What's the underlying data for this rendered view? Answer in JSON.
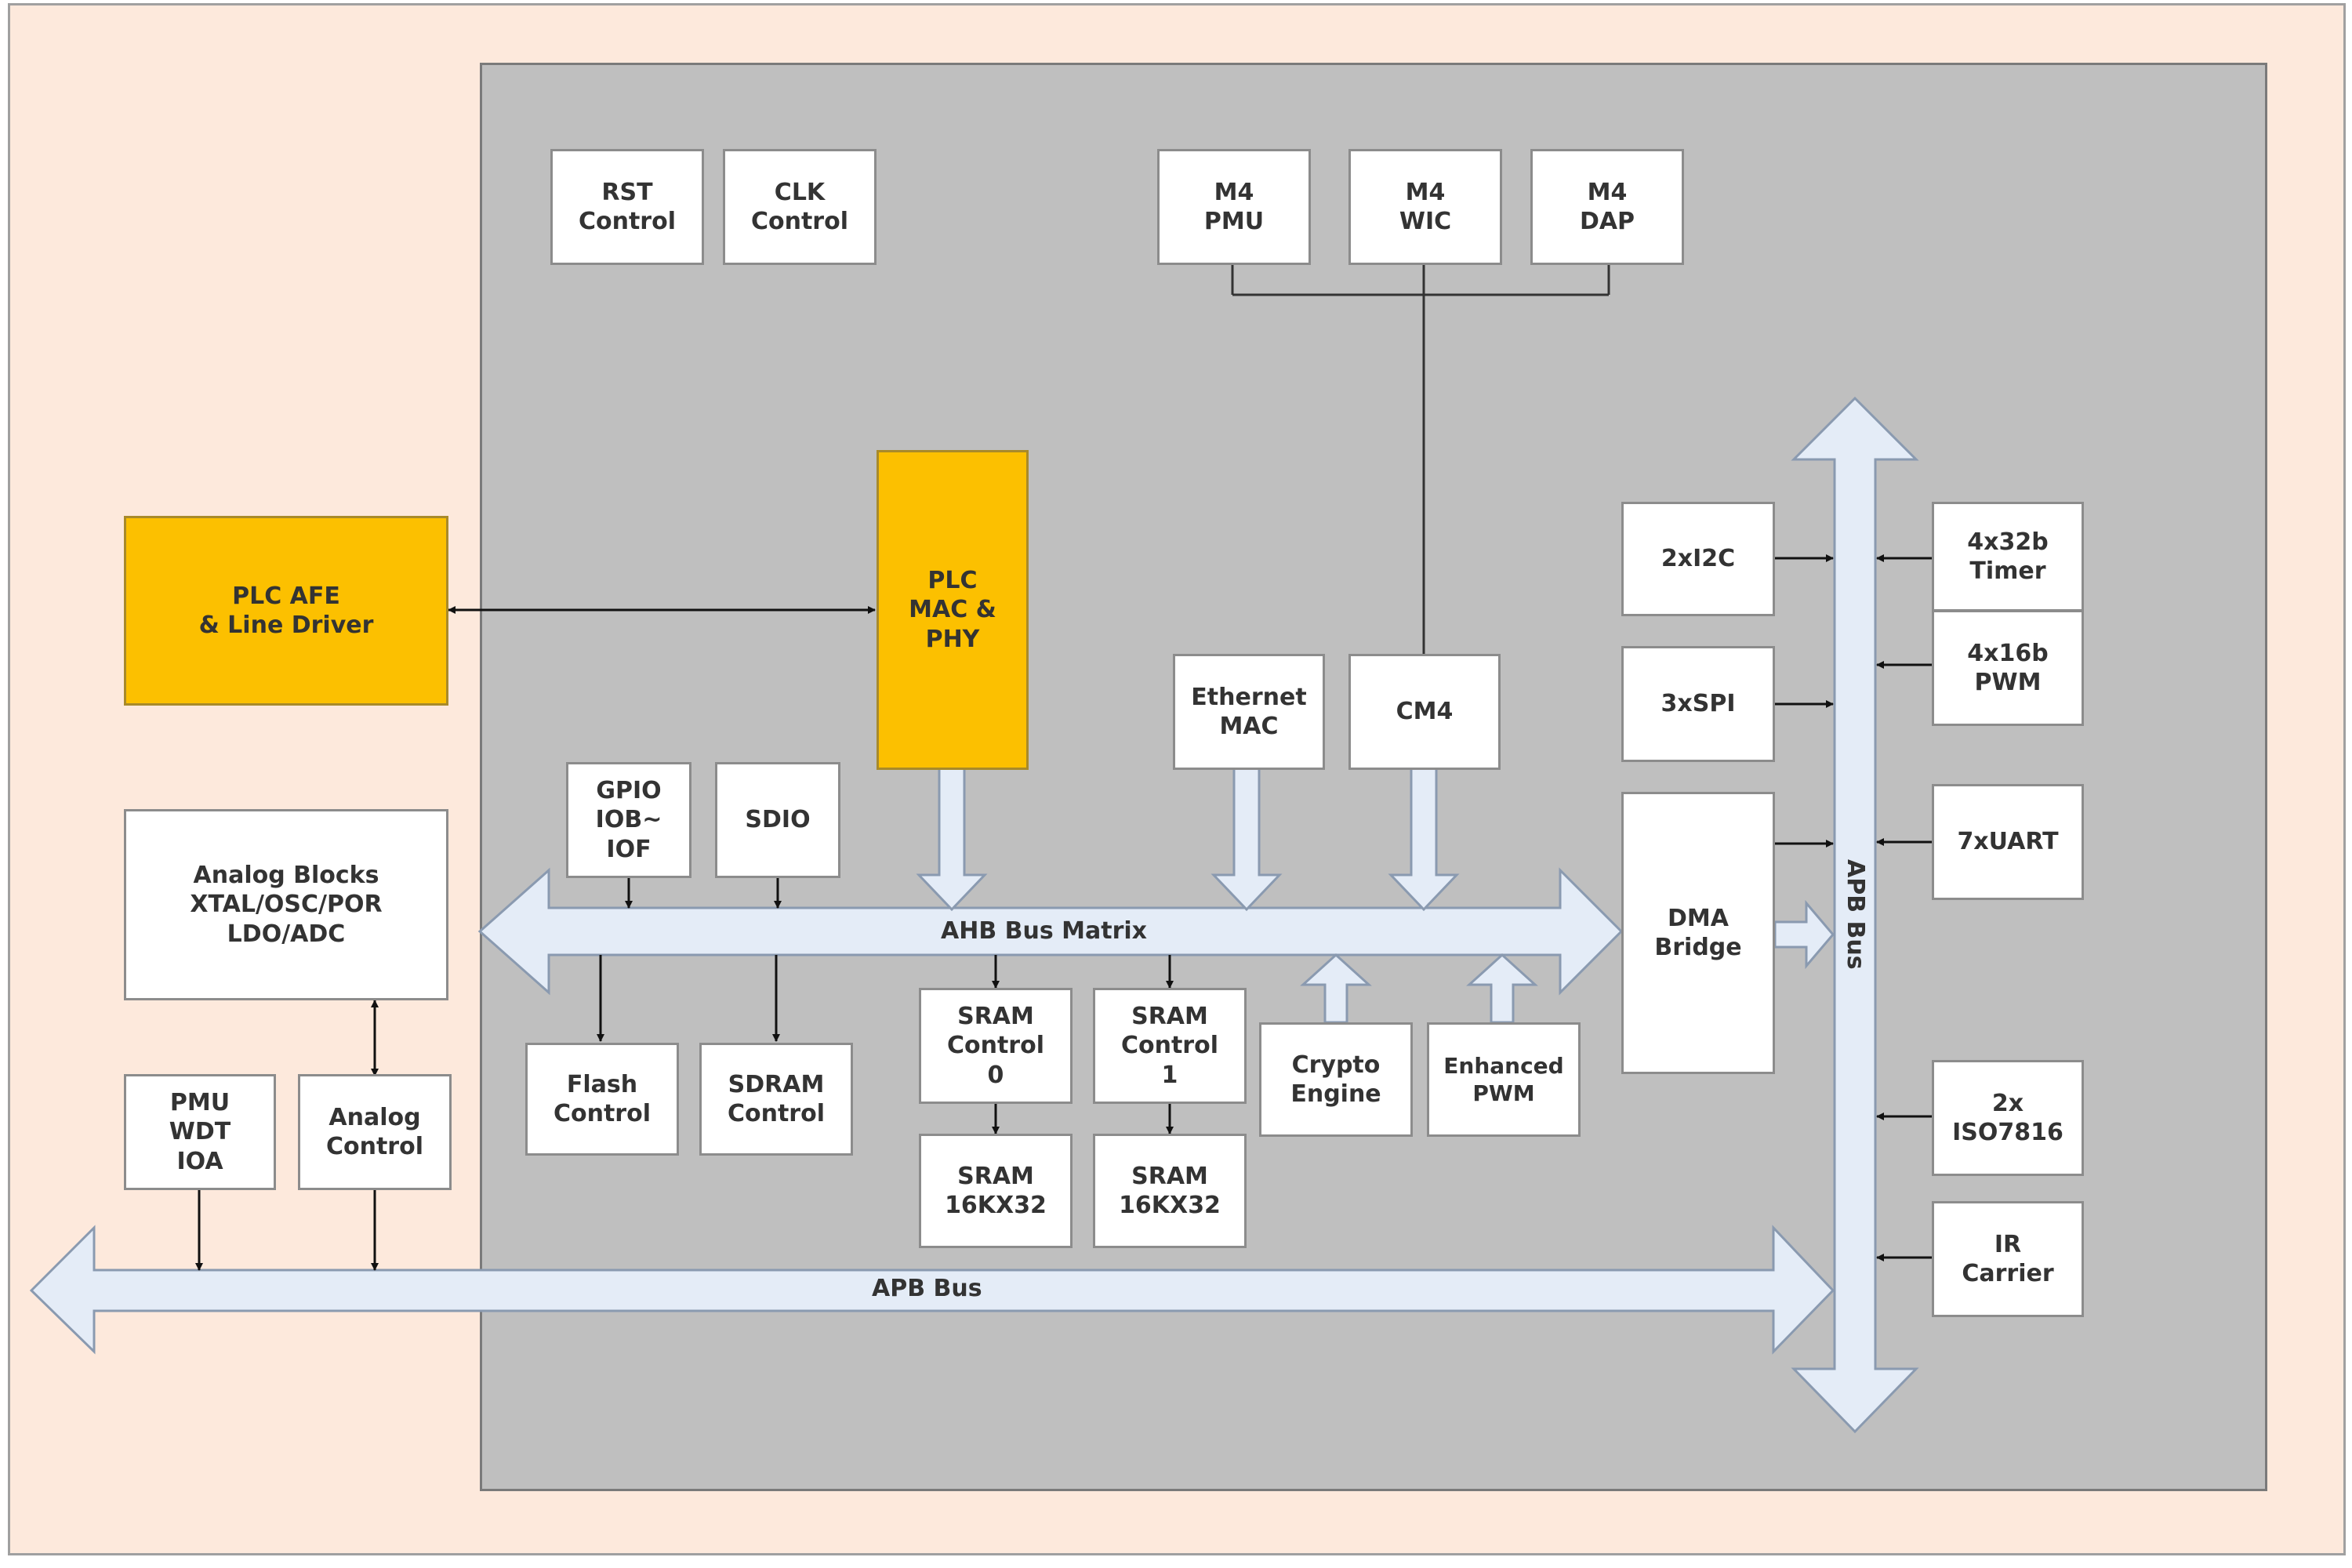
{
  "blocks": {
    "rst": "RST\nControl",
    "clk": "CLK\nControl",
    "m4_pmu": "M4\nPMU",
    "m4_wic": "M4\nWIC",
    "m4_dap": "M4\nDAP",
    "plc_afe": "PLC AFE\n& Line Driver",
    "plc_mac": "PLC\nMAC &\nPHY",
    "ethernet_mac": "Ethernet\nMAC",
    "cm4": "CM4",
    "i2c": "2xI2C",
    "spi": "3xSPI",
    "dma_bridge": "DMA\nBridge",
    "timer": "4x32b\nTimer",
    "pwm": "4x16b\nPWM",
    "uart": "7xUART",
    "iso7816": "2x\nISO7816",
    "ir_carrier": "IR\nCarrier",
    "analog_blocks": "Analog Blocks\nXTAL/OSC/POR\nLDO/ADC",
    "gpio": "GPIO\nIOB~\nIOF",
    "sdio": "SDIO",
    "flash": "Flash\nControl",
    "sdram": "SDRAM\nControl",
    "sram_ctrl0": "SRAM\nControl\n0",
    "sram_ctrl1": "SRAM\nControl\n1",
    "sram0": "SRAM\n16KX32",
    "sram1": "SRAM\n16KX32",
    "crypto": "Crypto\nEngine",
    "enhanced_pwm": "Enhanced\nPWM",
    "pmu_wdt": "PMU\nWDT\nIOA",
    "analog_control": "Analog\nControl"
  },
  "buses": {
    "ahb": "AHB Bus Matrix",
    "apb_h": "APB Bus",
    "apb_v": "APB Bus"
  },
  "colors": {
    "background": "#fde9dc",
    "chip": "#bfbfbf",
    "highlight": "#fcc000",
    "bus_fill": "#e4ecf7"
  }
}
